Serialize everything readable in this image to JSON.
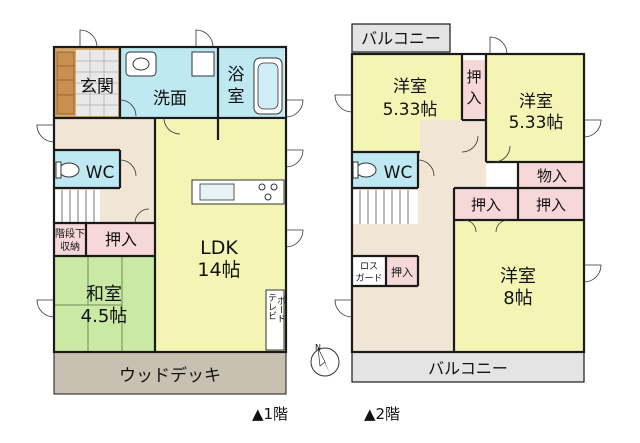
{
  "floor1": {
    "genkan": "玄関",
    "senmen": "洗面",
    "yoku_1": "浴",
    "yoku_2": "室",
    "wc": "WC",
    "kaidan_1": "階段下",
    "kaidan_2": "収納",
    "oshiire": "押入",
    "washitsu_name": "和室",
    "washitsu_size": "4.5帖",
    "ldk_name": "LDK",
    "ldk_size": "14帖",
    "tv_1": "テレビ",
    "tv_2": "ボード",
    "deck": "ウッドデッキ",
    "caption": "▲1階"
  },
  "floor2": {
    "balcony_top": "バルコニー",
    "room_a_name": "洋室",
    "room_a_size": "5.33帖",
    "oshi_a_1": "押",
    "oshi_a_2": "入",
    "room_b_name": "洋室",
    "room_b_size": "5.33帖",
    "wc": "WC",
    "monoire": "物入",
    "oshiire_1": "押入",
    "oshiire_2": "押入",
    "loss_1": "ロス",
    "loss_2": "ガード",
    "oshiire_3": "押入",
    "room_c_name": "洋室",
    "room_c_size": "8帖",
    "balcony_bottom": "バルコニー",
    "caption": "▲2階"
  },
  "colors": {
    "ldk": "#f4f4b4",
    "wet": "#bfe9f2",
    "storage": "#f7d8d8",
    "washitsu": "#c9e9a4",
    "hall": "#f1e6d6",
    "deck": "#c8c0b0",
    "balcony": "#e4e4e4",
    "genkan": "#d6a66a",
    "wall": "#1a1a1a"
  }
}
